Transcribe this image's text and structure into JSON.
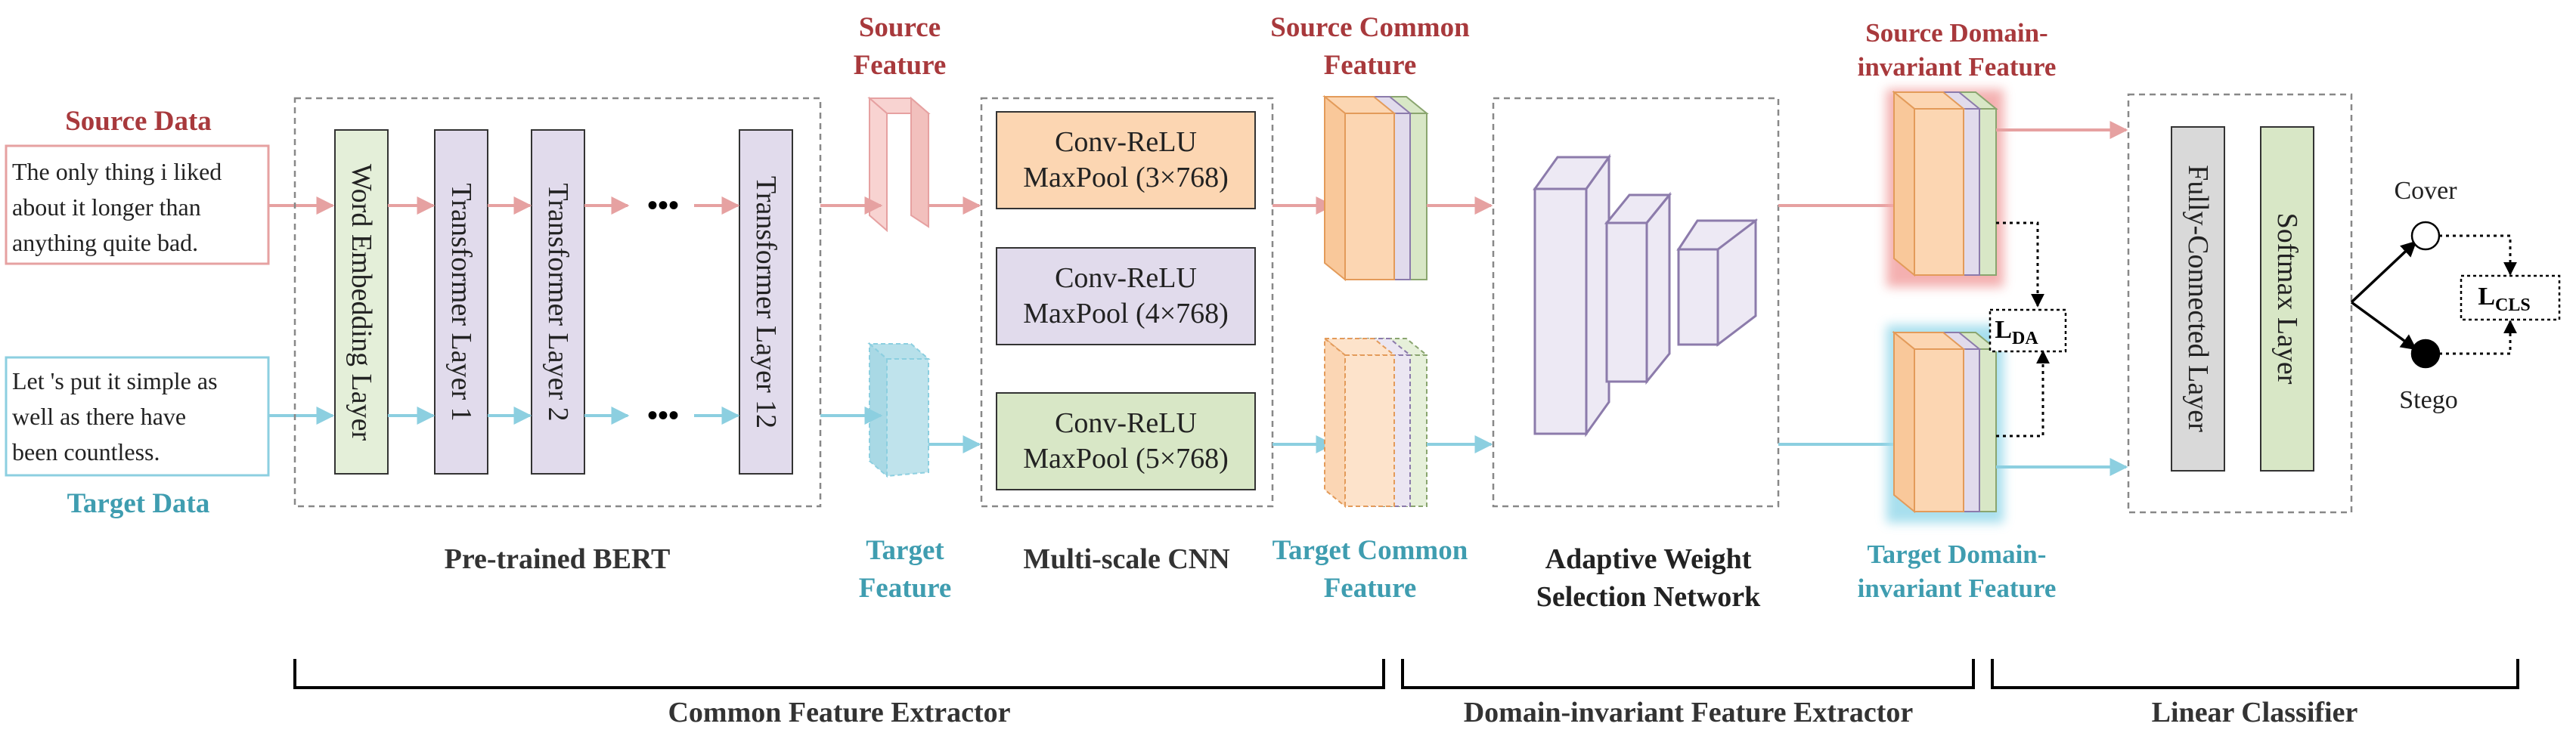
{
  "colors": {
    "source": "#a8393c",
    "source_line": "#e6a1a1",
    "target": "#3f9db0",
    "target_line": "#8ccfe0",
    "orange_fill": "#fcd6b2",
    "orange_stroke": "#e39b5a",
    "purple_fill": "#e1dbec",
    "purple_stroke": "#8c7bab",
    "green_fill": "#d8e7c6",
    "green_stroke": "#8aa56f",
    "gray_fill": "#d9d9d9",
    "text_dark": "#333333"
  },
  "input": {
    "source_title": "Source Data",
    "source_text": [
      "The only thing i liked",
      "about it longer than",
      "anything quite bad."
    ],
    "target_title": "Target Data",
    "target_text": [
      "Let 's put it simple as",
      "well as there have",
      "been countless."
    ]
  },
  "bert": {
    "label": "Pre-trained BERT",
    "word_embedding": "Word Embedding Layer",
    "layer1": "Transformer Layer 1",
    "layer2": "Transformer Layer 2",
    "layer12": "Transformer Layer 12",
    "ellipsis": "•••"
  },
  "features": {
    "source_feature": [
      "Source",
      "Feature"
    ],
    "target_feature": [
      "Target",
      "Feature"
    ],
    "source_common": [
      "Source Common",
      "Feature"
    ],
    "target_common": [
      "Target Common",
      "Feature"
    ],
    "source_di": [
      "Source Domain-",
      "invariant Feature"
    ],
    "target_di": [
      "Target Domain-",
      "invariant Feature"
    ]
  },
  "cnn": {
    "label": "Multi-scale CNN",
    "blocks": [
      [
        "Conv-ReLU",
        "MaxPool (3×768)"
      ],
      [
        "Conv-ReLU",
        "MaxPool (4×768)"
      ],
      [
        "Conv-ReLU",
        "MaxPool (5×768)"
      ]
    ]
  },
  "awsn": {
    "label": [
      "Adaptive Weight",
      "Selection Network"
    ]
  },
  "losses": {
    "da_main": "L",
    "da_sub": "DA",
    "cls_main": "L",
    "cls_sub": "CLS"
  },
  "classifier": {
    "fc": "Fully-Connected Layer",
    "softmax": "Softmax Layer",
    "cover": "Cover",
    "stego": "Stego"
  },
  "sections": {
    "common": "Common Feature Extractor",
    "domain": "Domain-invariant Feature Extractor",
    "linear": "Linear Classifier"
  }
}
